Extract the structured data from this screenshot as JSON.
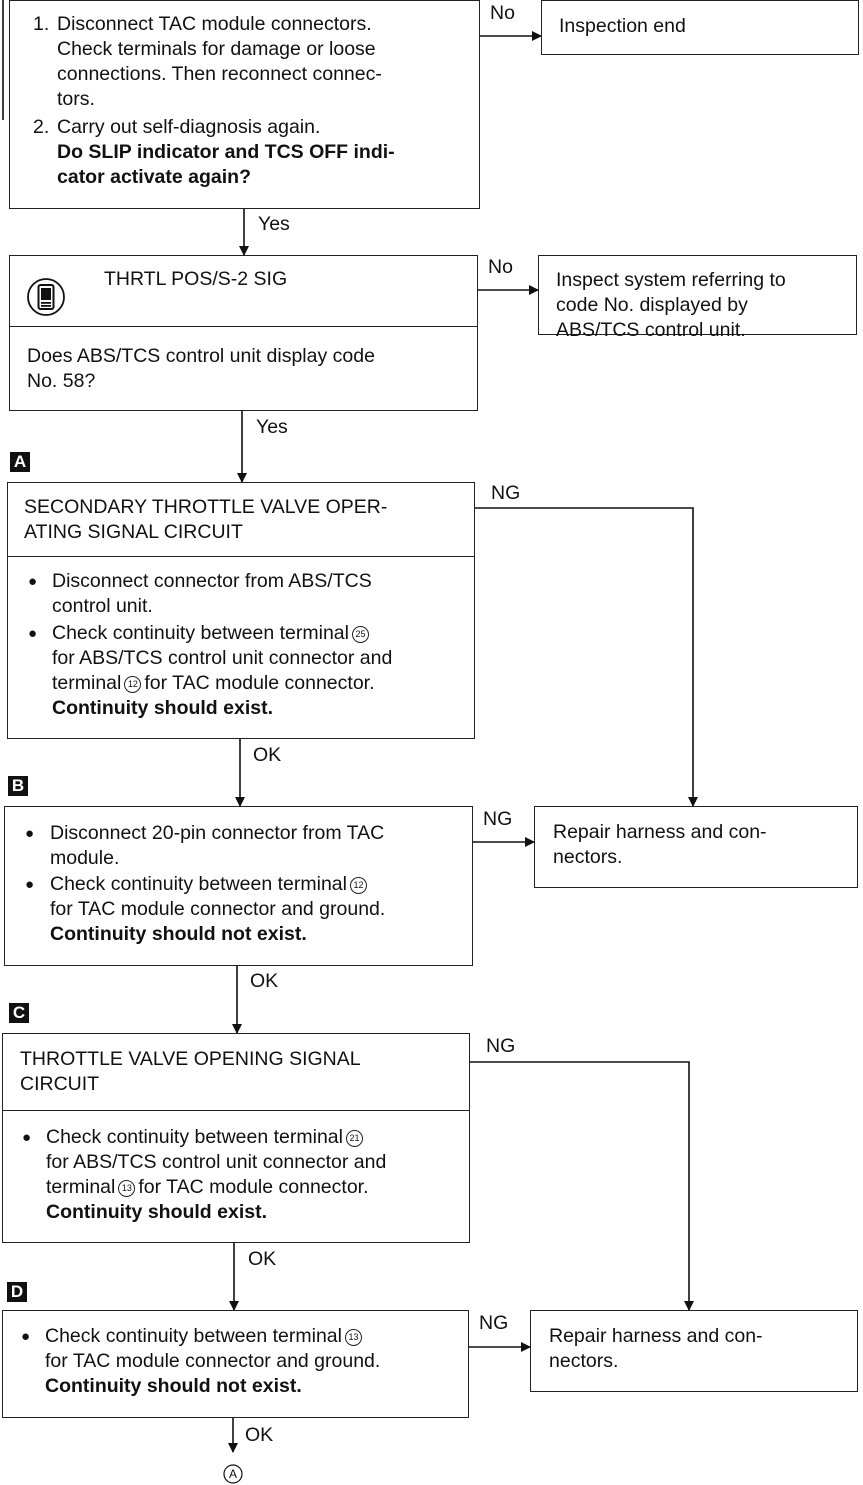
{
  "box1": {
    "item1_num": "1.",
    "item1_lines": [
      "Disconnect TAC module connectors.",
      "Check terminals for damage or loose",
      "connections. Then reconnect connec-",
      "tors."
    ],
    "item2_num": "2.",
    "item2_line": "Carry out self-diagnosis again.",
    "question_lines": [
      "Do SLIP indicator and TCS OFF indi-",
      "cator activate again?"
    ]
  },
  "inspection_end": "Inspection end",
  "box2": {
    "title": "THRTL POS/S-2 SIG",
    "question_lines": [
      "Does ABS/TCS control unit display code",
      "No. 58?"
    ]
  },
  "inspect_system": [
    "Inspect system referring to",
    "code No. displayed by",
    "ABS/TCS control unit."
  ],
  "labels": {
    "no": "No",
    "yes": "Yes",
    "ng": "NG",
    "ok": "OK"
  },
  "steps": {
    "a": "A",
    "b": "B",
    "c": "C",
    "d": "D"
  },
  "boxA": {
    "title_lines": [
      "SECONDARY THROTTLE VALVE OPER-",
      "ATING SIGNAL CIRCUIT"
    ],
    "bullet1": [
      "Disconnect connector from ABS/TCS",
      "control unit."
    ],
    "bullet2_pre": "Check continuity between terminal",
    "bullet2_term": "25",
    "bullet2_line2": "for ABS/TCS control unit connector and",
    "bullet2_line3_pre": "terminal",
    "bullet2_line3_term": "12",
    "bullet2_line3_post": "for TAC module connector.",
    "conclusion": "Continuity should exist."
  },
  "boxB": {
    "bullet1": [
      "Disconnect 20-pin connector from TAC",
      "module."
    ],
    "bullet2_pre": "Check continuity between terminal",
    "bullet2_term": "12",
    "bullet2_line2": "for TAC module connector and ground.",
    "conclusion": "Continuity should not exist."
  },
  "repair": [
    "Repair harness and con-",
    "nectors."
  ],
  "boxC": {
    "title_lines": [
      "THROTTLE VALVE OPENING SIGNAL",
      "CIRCUIT"
    ],
    "bullet1_pre": "Check continuity between terminal",
    "bullet1_term": "21",
    "bullet1_line2": "for ABS/TCS control unit connector and",
    "bullet1_line3_pre": "terminal",
    "bullet1_line3_term": "13",
    "bullet1_line3_post": "for TAC module connector.",
    "conclusion": "Continuity should exist."
  },
  "boxD": {
    "bullet1_pre": "Check continuity between terminal",
    "bullet1_term": "13",
    "bullet1_line2": "for TAC module connector and ground.",
    "conclusion": "Continuity should not exist."
  },
  "connector_ref": "A"
}
